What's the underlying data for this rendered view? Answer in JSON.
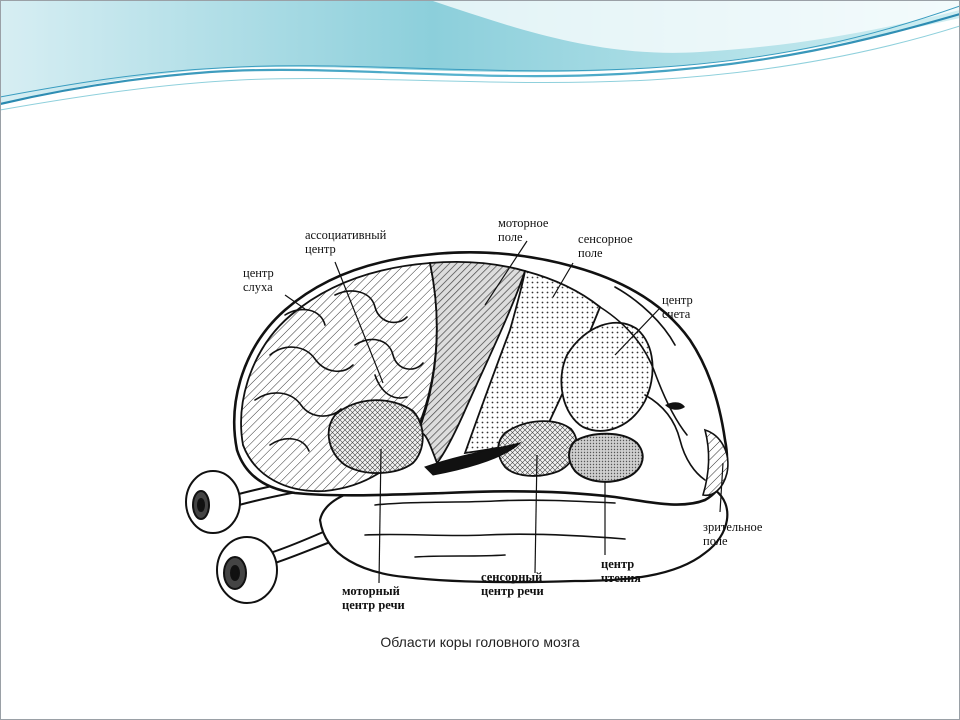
{
  "slide": {
    "caption": "Области коры головного мозга"
  },
  "colors": {
    "header_light": "#e3f2f6",
    "header_mid": "#8fd0dc",
    "header_dark": "#2e8fb4",
    "ink": "#111111"
  },
  "labels": {
    "assoc": "ассоциативный\nцентр",
    "hearing": "центр\nслуха",
    "motor_field": "моторное\nполе",
    "sensory_field": "сенсорное\nполе",
    "counting": "центр\nсчета",
    "visual_field": "зрительное\nполе",
    "motor_speech": "моторный\nцентр речи",
    "sensory_speech": "сенсорный\nцентр речи",
    "reading": "центр\nчтения"
  }
}
